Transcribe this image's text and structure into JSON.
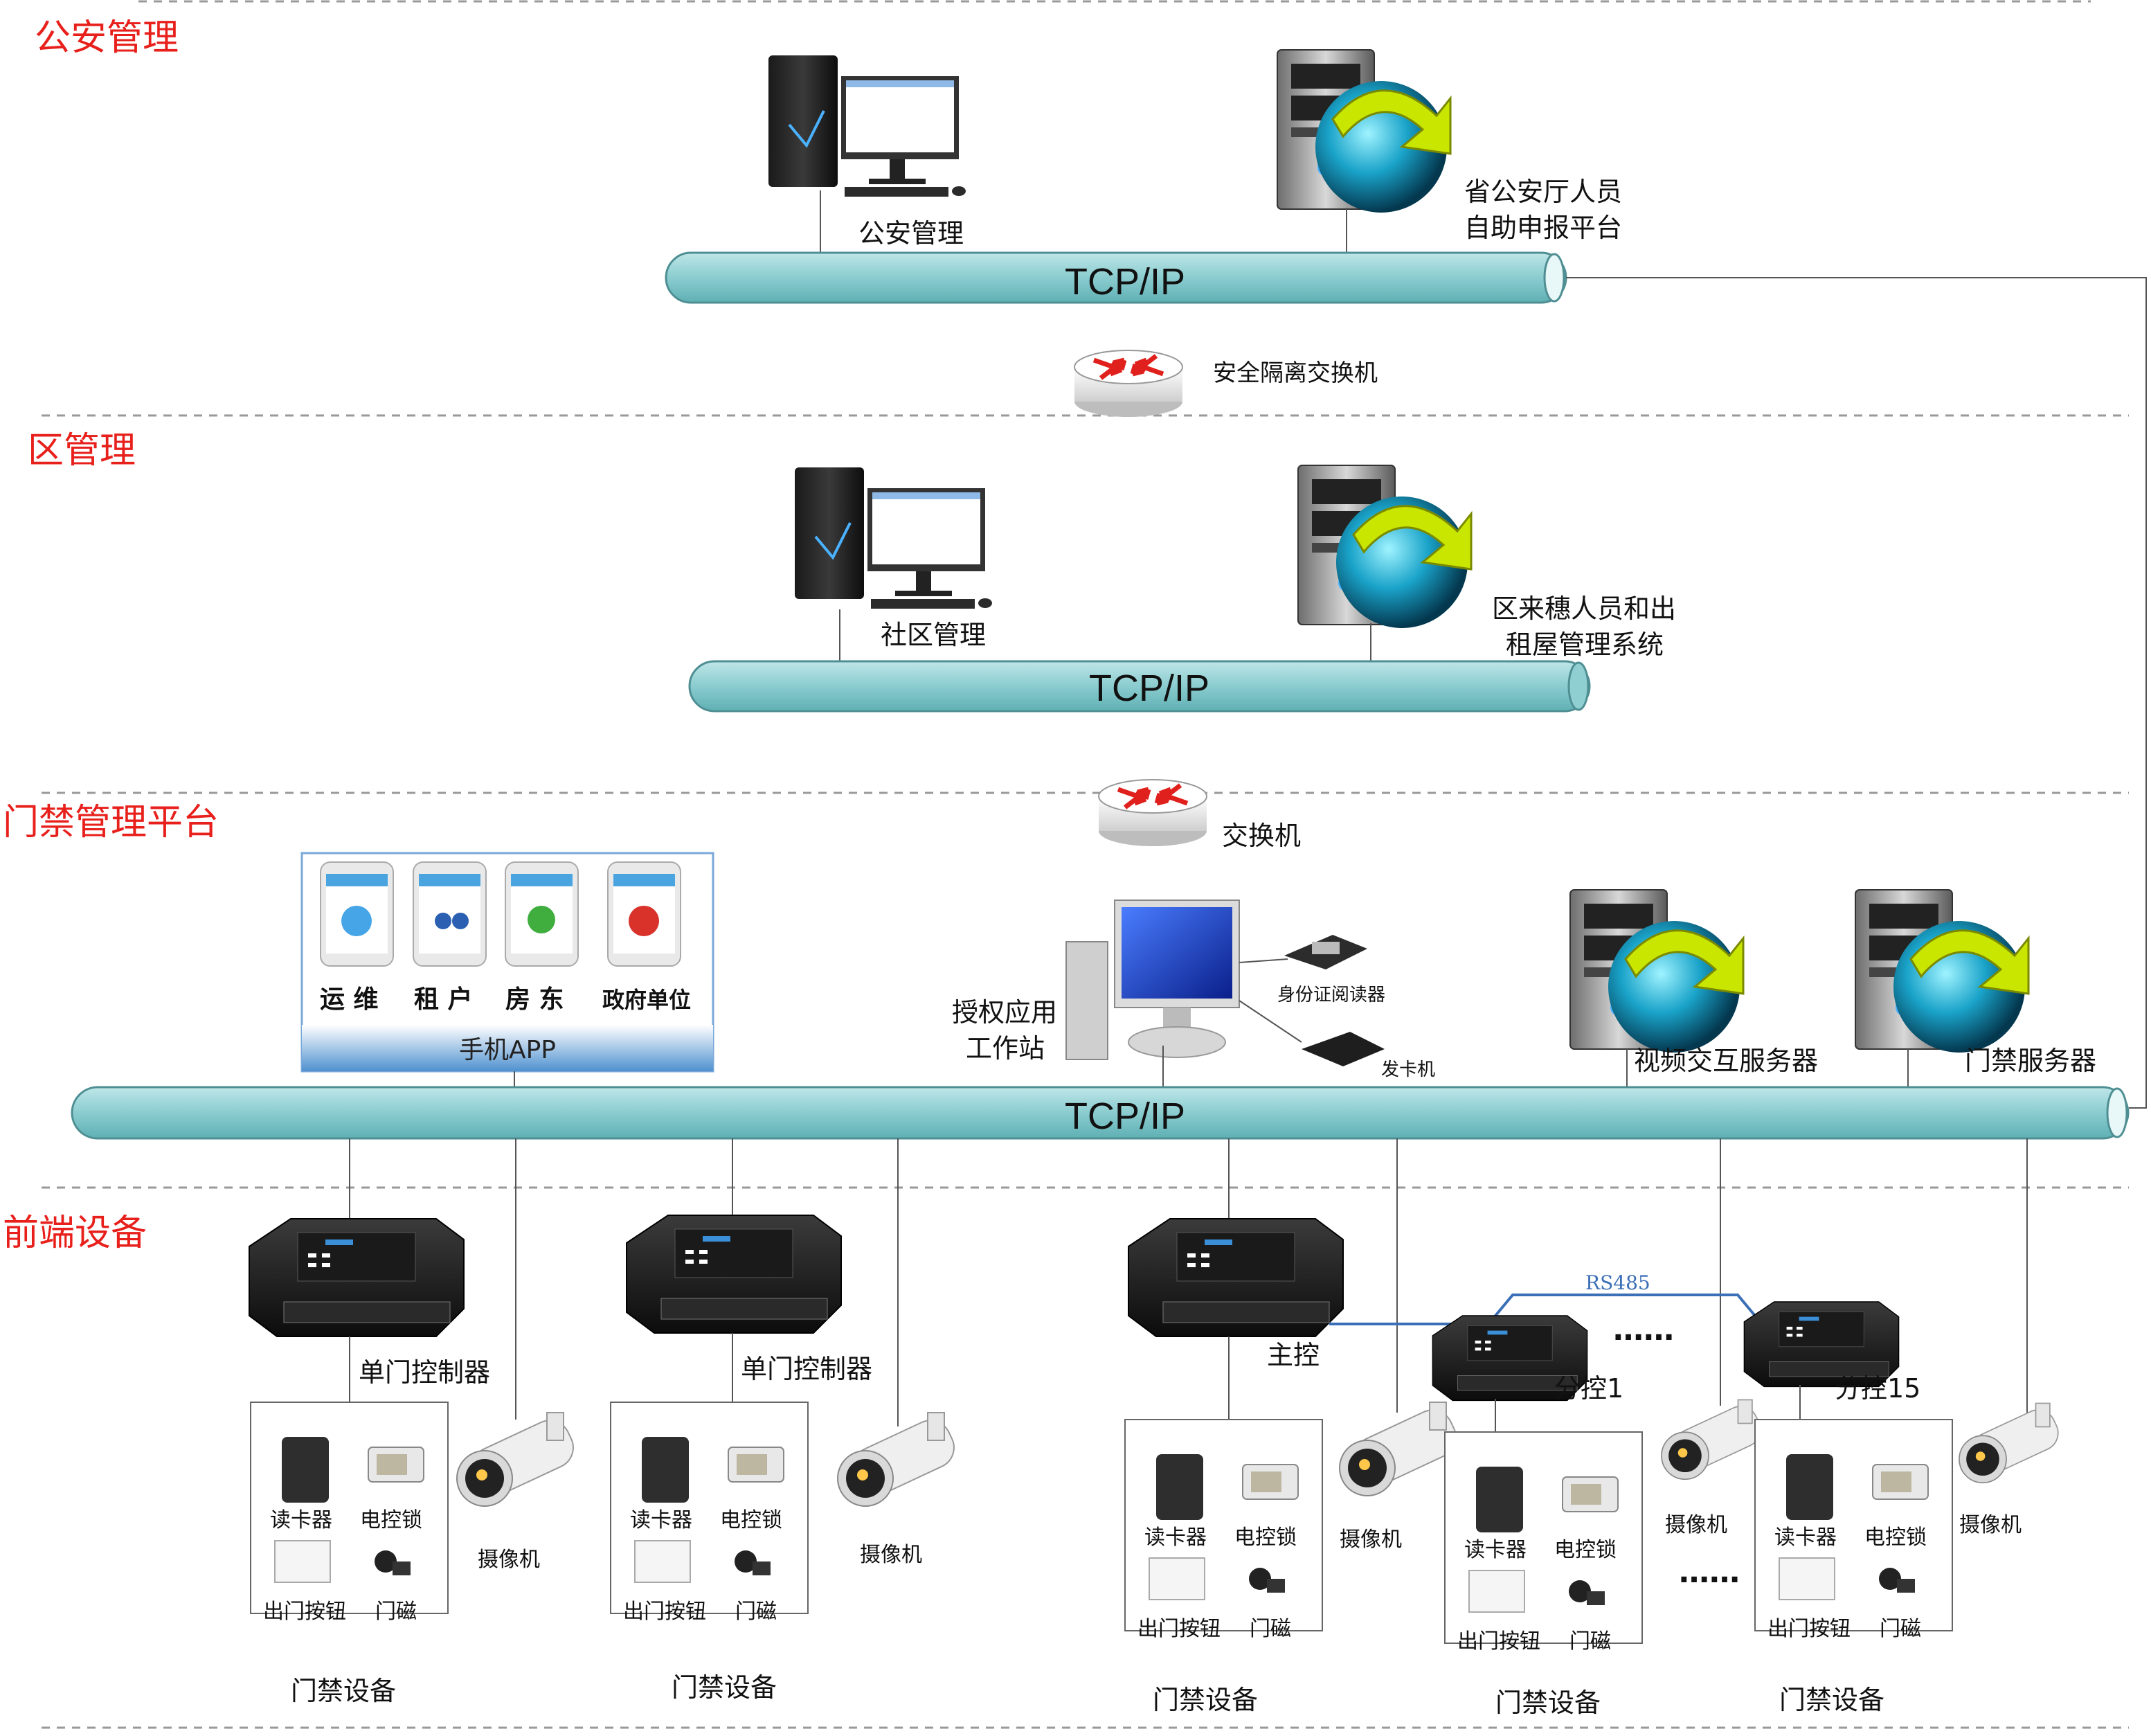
{
  "sections": {
    "police": "公安管理",
    "district": "区管理",
    "platform": "门禁管理平台",
    "frontend": "前端设备"
  },
  "bus_label": "TCP/IP",
  "police_tier": {
    "workstation_label": "公安管理",
    "server_label_line1": "省公安厅人员",
    "server_label_line2": "自助申报平台",
    "switch_label": "安全隔离交换机"
  },
  "district_tier": {
    "workstation_label": "社区管理",
    "server_label_line1": "区来穗人员和出",
    "server_label_line2": "租屋管理系统",
    "switch_label": "交换机"
  },
  "platform_tier": {
    "app_phones": [
      "运 维",
      "租 户",
      "房 东",
      "政府单位"
    ],
    "app_title": "手机APP",
    "workstation_line1": "授权应用",
    "workstation_line2": "工作站",
    "id_reader": "身份证阅读器",
    "card_issuer": "发卡机",
    "video_server": "视频交互服务器",
    "access_server": "门禁服务器"
  },
  "frontend_tier": {
    "single_controller": "单门控制器",
    "master": "主控",
    "slave1": "分控1",
    "slave15": "分控15",
    "rs485": "RS485",
    "dots": "……",
    "camera": "摄像机",
    "card_reader": "读卡器",
    "electric_lock": "电控锁",
    "exit_button": "出门按钮",
    "door_magnet": "门磁",
    "access_device": "门禁设备"
  },
  "colors": {
    "section_title": "#e8201c",
    "bus_fill": "#8fcfd2",
    "rs485_line": "#3b6fb6",
    "app_bar": "#5b9bd5",
    "monitor_screen": "#1a3fb0"
  }
}
